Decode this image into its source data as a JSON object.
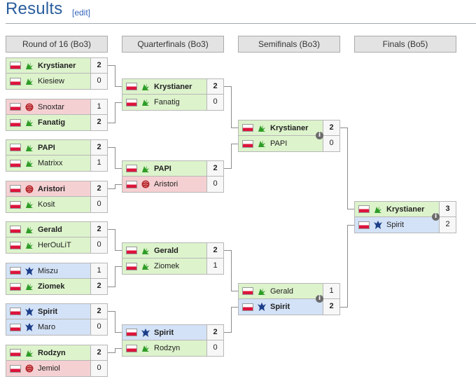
{
  "header": {
    "title": "Results",
    "edit_label": "[edit]"
  },
  "rounds": [
    "Round of 16 (Bo3)",
    "Quarterfinals (Bo3)",
    "Semifinals (Bo3)",
    "Finals (Bo5)"
  ],
  "matches": [
    {
      "round": 0,
      "teams": [
        {
          "name": "Krystianer",
          "race": "protoss",
          "score": "2",
          "win": true
        },
        {
          "name": "Kiesiew",
          "race": "protoss",
          "score": "0",
          "win": false
        }
      ]
    },
    {
      "round": 0,
      "teams": [
        {
          "name": "Snoxtar",
          "race": "zerg",
          "score": "1",
          "win": false
        },
        {
          "name": "Fanatig",
          "race": "protoss",
          "score": "2",
          "win": true
        }
      ]
    },
    {
      "round": 0,
      "teams": [
        {
          "name": "PAPI",
          "race": "protoss",
          "score": "2",
          "win": true
        },
        {
          "name": "Matrixx",
          "race": "protoss",
          "score": "1",
          "win": false
        }
      ]
    },
    {
      "round": 0,
      "teams": [
        {
          "name": "Aristori",
          "race": "zerg",
          "score": "2",
          "win": true
        },
        {
          "name": "Kosit",
          "race": "protoss",
          "score": "0",
          "win": false
        }
      ]
    },
    {
      "round": 0,
      "teams": [
        {
          "name": "Gerald",
          "race": "protoss",
          "score": "2",
          "win": true
        },
        {
          "name": "HerOuLiT",
          "race": "protoss",
          "score": "0",
          "win": false
        }
      ]
    },
    {
      "round": 0,
      "teams": [
        {
          "name": "Miszu",
          "race": "terran",
          "score": "1",
          "win": false
        },
        {
          "name": "Ziomek",
          "race": "protoss",
          "score": "2",
          "win": true
        }
      ]
    },
    {
      "round": 0,
      "teams": [
        {
          "name": "Spirit",
          "race": "terran",
          "score": "2",
          "win": true
        },
        {
          "name": "Maro",
          "race": "terran",
          "score": "0",
          "win": false
        }
      ]
    },
    {
      "round": 0,
      "teams": [
        {
          "name": "Rodzyn",
          "race": "protoss",
          "score": "2",
          "win": true
        },
        {
          "name": "Jemiol",
          "race": "zerg",
          "score": "0",
          "win": false
        }
      ]
    },
    {
      "round": 1,
      "teams": [
        {
          "name": "Krystianer",
          "race": "protoss",
          "score": "2",
          "win": true
        },
        {
          "name": "Fanatig",
          "race": "protoss",
          "score": "0",
          "win": false
        }
      ]
    },
    {
      "round": 1,
      "teams": [
        {
          "name": "PAPI",
          "race": "protoss",
          "score": "2",
          "win": true
        },
        {
          "name": "Aristori",
          "race": "zerg",
          "score": "0",
          "win": false
        }
      ]
    },
    {
      "round": 1,
      "teams": [
        {
          "name": "Gerald",
          "race": "protoss",
          "score": "2",
          "win": true
        },
        {
          "name": "Ziomek",
          "race": "protoss",
          "score": "1",
          "win": false
        }
      ]
    },
    {
      "round": 1,
      "teams": [
        {
          "name": "Spirit",
          "race": "terran",
          "score": "2",
          "win": true
        },
        {
          "name": "Rodzyn",
          "race": "protoss",
          "score": "0",
          "win": false
        }
      ]
    },
    {
      "round": 2,
      "teams": [
        {
          "name": "Krystianer",
          "race": "protoss",
          "score": "2",
          "win": true
        },
        {
          "name": "PAPI",
          "race": "protoss",
          "score": "0",
          "win": false
        }
      ],
      "info": true
    },
    {
      "round": 2,
      "teams": [
        {
          "name": "Gerald",
          "race": "protoss",
          "score": "1",
          "win": false
        },
        {
          "name": "Spirit",
          "race": "terran",
          "score": "2",
          "win": true
        }
      ],
      "info": true
    },
    {
      "round": 3,
      "teams": [
        {
          "name": "Krystianer",
          "race": "protoss",
          "score": "3",
          "win": true
        },
        {
          "name": "Spirit",
          "race": "terran",
          "score": "2",
          "win": false
        }
      ],
      "info": true
    }
  ],
  "info_icon": {
    "glyph": "i",
    "icon": "info-icon"
  },
  "flag": {
    "icon": "poland-flag-icon"
  },
  "race_icons": {
    "zerg": "zerg-icon",
    "protoss": "protoss-icon",
    "terran": "terran-icon"
  },
  "colors": {
    "zerg_bg": "#f5d0d2",
    "protoss_bg": "#ddf3cc",
    "terran_bg": "#d3e2f6",
    "title": "#2a5d9c",
    "link": "#3366bb",
    "connector": "#8c8c8c"
  }
}
